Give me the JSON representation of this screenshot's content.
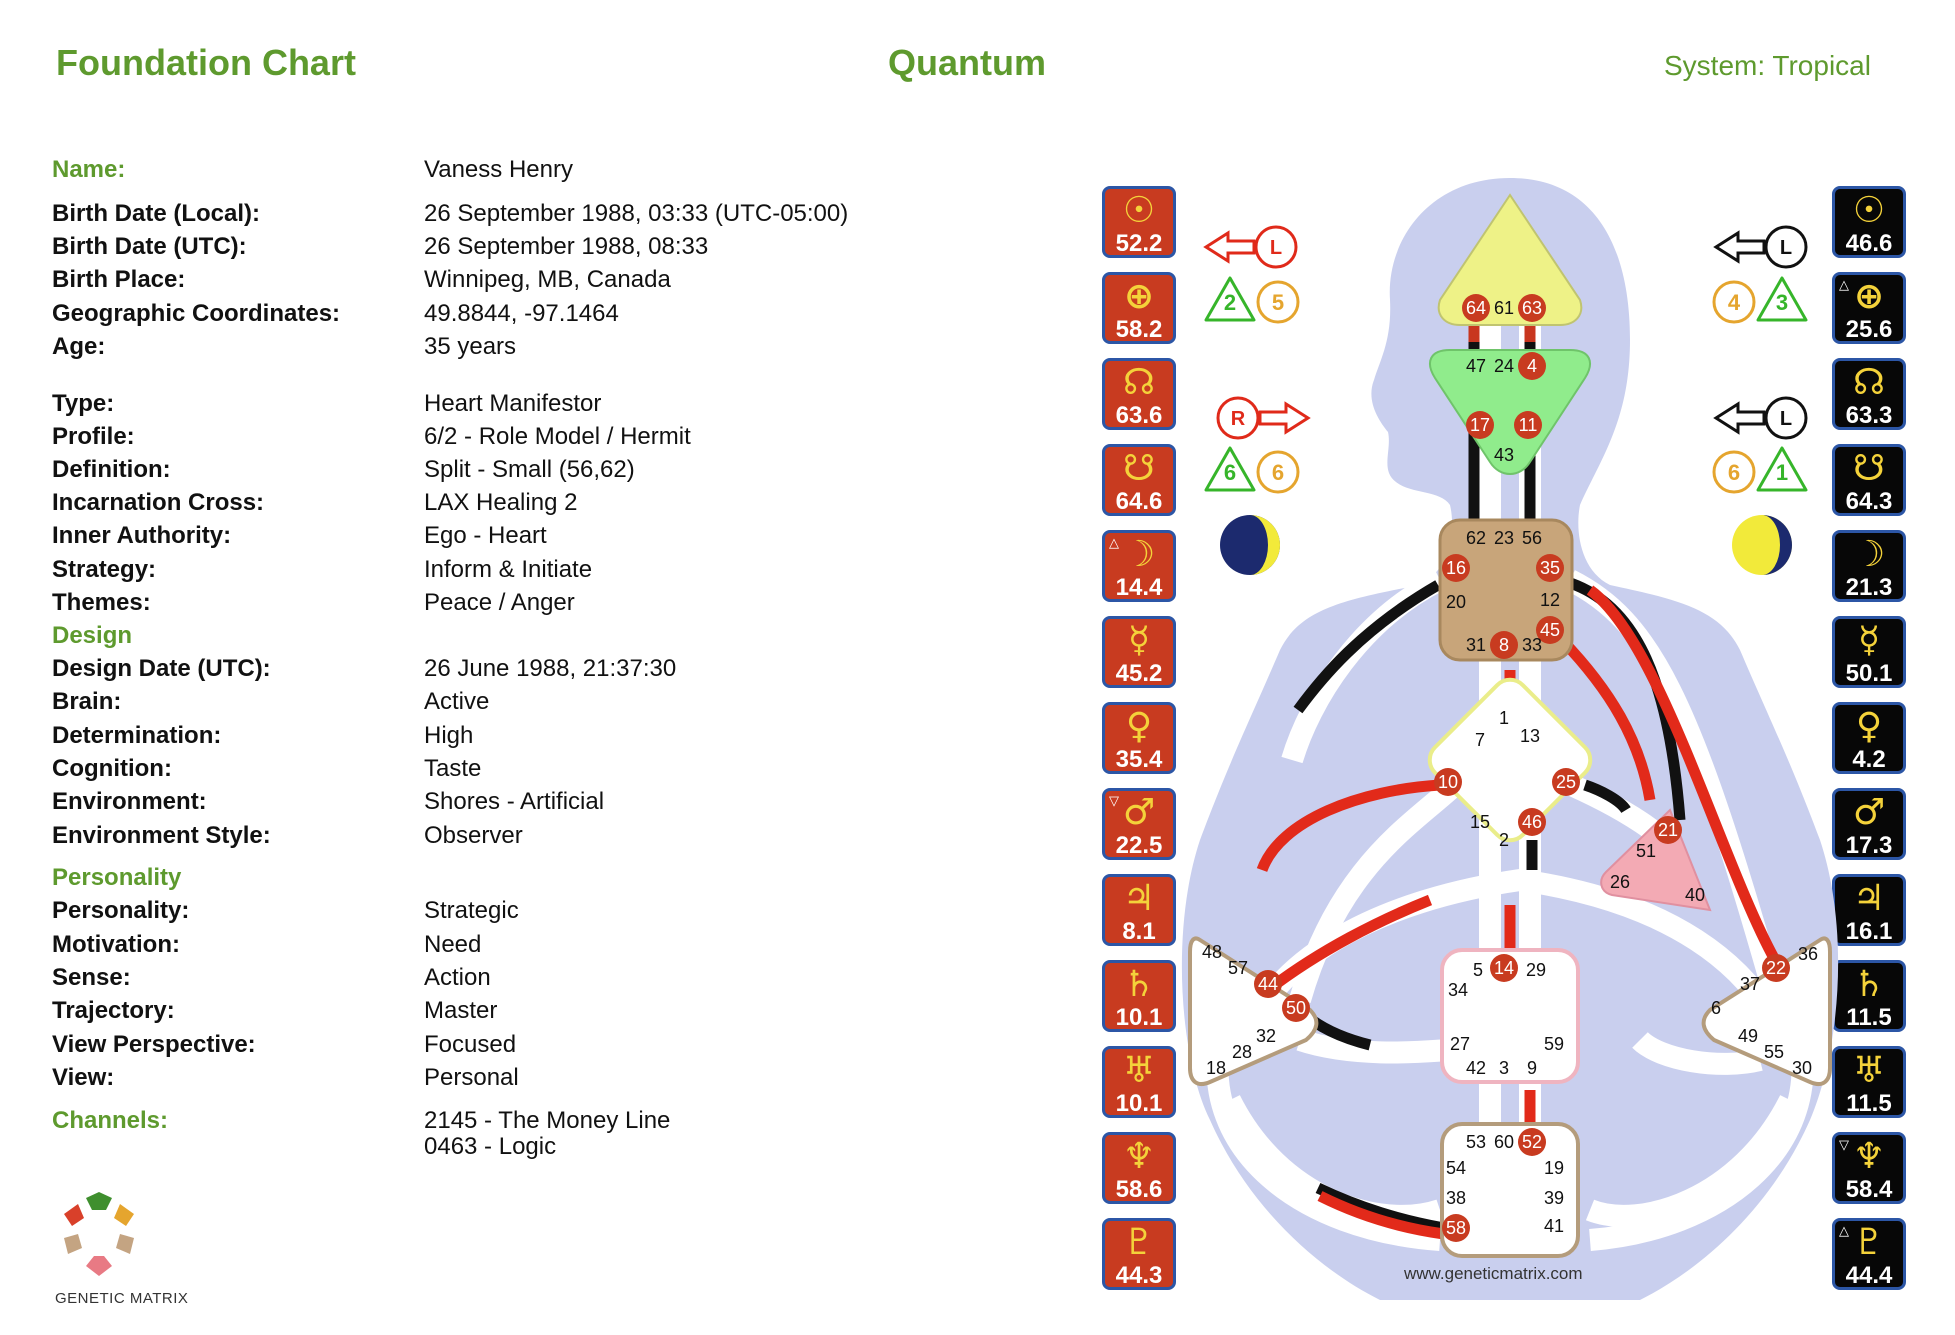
{
  "header": {
    "title": "Foundation Chart",
    "center_title": "Quantum",
    "system": "System: Tropical"
  },
  "info": [
    {
      "label": "Name:",
      "value": "Vaness Henry",
      "green": true
    },
    {
      "label": "Birth Date (Local):",
      "value": "26 September 1988, 03:33 (UTC-05:00)"
    },
    {
      "label": "Birth Date (UTC):",
      "value": "26 September 1988, 08:33"
    },
    {
      "label": "Birth Place:",
      "value": "Winnipeg, MB, Canada"
    },
    {
      "label": "Geographic Coordinates:",
      "value": "49.8844, -97.1464"
    },
    {
      "label": "Age:",
      "value": "35 years"
    },
    {
      "label": "Type:",
      "value": "Heart Manifestor"
    },
    {
      "label": "Profile:",
      "value": "6/2 - Role Model / Hermit"
    },
    {
      "label": "Definition:",
      "value": "Split - Small (56,62)"
    },
    {
      "label": "Incarnation Cross:",
      "value": "LAX Healing 2"
    },
    {
      "label": "Inner Authority:",
      "value": "Ego - Heart"
    },
    {
      "label": "Strategy:",
      "value": "Inform & Initiate"
    },
    {
      "label": "Themes:",
      "value": "Peace / Anger"
    }
  ],
  "design_heading": "Design",
  "design": [
    {
      "label": "Design Date (UTC):",
      "value": "26 June 1988, 21:37:30"
    },
    {
      "label": "Brain:",
      "value": "Active"
    },
    {
      "label": "Determination:",
      "value": "High"
    },
    {
      "label": "Cognition:",
      "value": "Taste"
    },
    {
      "label": "Environment:",
      "value": "Shores - Artificial"
    },
    {
      "label": "Environment Style:",
      "value": "Observer"
    }
  ],
  "personality_heading": "Personality",
  "personality": [
    {
      "label": "Personality:",
      "value": "Strategic"
    },
    {
      "label": "Motivation:",
      "value": "Need"
    },
    {
      "label": "Sense:",
      "value": "Action"
    },
    {
      "label": "Trajectory:",
      "value": "Master"
    },
    {
      "label": "View Perspective:",
      "value": "Focused"
    },
    {
      "label": "View:",
      "value": "Personal"
    }
  ],
  "channels_label": "Channels:",
  "channels": [
    "2145 - The Money Line",
    "0463 - Logic"
  ],
  "logo_text": "GENETIC MATRIX",
  "website": "www.geneticmatrix.com",
  "colors": {
    "accent": "#5e9a2e",
    "design_red": "#c83b20",
    "personality_black": "#070707",
    "tile_border": "#2c56a6"
  },
  "design_planets": [
    {
      "icon": "sun-icon",
      "symbol": "☉",
      "value": "52.2",
      "mark": ""
    },
    {
      "icon": "earth-icon",
      "symbol": "⊕",
      "value": "58.2",
      "mark": ""
    },
    {
      "icon": "north-node-icon",
      "symbol": "☊",
      "value": "63.6",
      "mark": ""
    },
    {
      "icon": "south-node-icon",
      "symbol": "☋",
      "value": "64.6",
      "mark": ""
    },
    {
      "icon": "moon-icon",
      "symbol": "☽",
      "value": "14.4",
      "mark": "△"
    },
    {
      "icon": "mercury-icon",
      "symbol": "☿",
      "value": "45.2",
      "mark": ""
    },
    {
      "icon": "venus-icon",
      "symbol": "♀",
      "value": "35.4",
      "mark": ""
    },
    {
      "icon": "mars-icon",
      "symbol": "♂",
      "value": "22.5",
      "mark": "▽"
    },
    {
      "icon": "jupiter-icon",
      "symbol": "♃",
      "value": "8.1",
      "mark": ""
    },
    {
      "icon": "saturn-icon",
      "symbol": "♄",
      "value": "10.1",
      "mark": ""
    },
    {
      "icon": "uranus-icon",
      "symbol": "♅",
      "value": "10.1",
      "mark": ""
    },
    {
      "icon": "neptune-icon",
      "symbol": "♆",
      "value": "58.6",
      "mark": ""
    },
    {
      "icon": "pluto-icon",
      "symbol": "♇",
      "value": "44.3",
      "mark": ""
    }
  ],
  "personality_planets": [
    {
      "icon": "sun-icon",
      "symbol": "☉",
      "value": "46.6",
      "mark": ""
    },
    {
      "icon": "earth-icon",
      "symbol": "⊕",
      "value": "25.6",
      "mark": "△"
    },
    {
      "icon": "north-node-icon",
      "symbol": "☊",
      "value": "63.3",
      "mark": ""
    },
    {
      "icon": "south-node-icon",
      "symbol": "☋",
      "value": "64.3",
      "mark": ""
    },
    {
      "icon": "moon-icon",
      "symbol": "☽",
      "value": "21.3",
      "mark": ""
    },
    {
      "icon": "mercury-icon",
      "symbol": "☿",
      "value": "50.1",
      "mark": ""
    },
    {
      "icon": "venus-icon",
      "symbol": "♀",
      "value": "4.2",
      "mark": ""
    },
    {
      "icon": "mars-icon",
      "symbol": "♂",
      "value": "17.3",
      "mark": ""
    },
    {
      "icon": "jupiter-icon",
      "symbol": "♃",
      "value": "16.1",
      "mark": ""
    },
    {
      "icon": "saturn-icon",
      "symbol": "♄",
      "value": "11.5",
      "mark": ""
    },
    {
      "icon": "uranus-icon",
      "symbol": "♅",
      "value": "11.5",
      "mark": ""
    },
    {
      "icon": "neptune-icon",
      "symbol": "♆",
      "value": "58.4",
      "mark": "▽"
    },
    {
      "icon": "pluto-icon",
      "symbol": "♇",
      "value": "44.4",
      "mark": "△"
    }
  ],
  "variables": {
    "design_top_arrow": "L",
    "design_top_nums": [
      "2",
      "5"
    ],
    "design_bottom_arrow": "R",
    "design_bottom_nums": [
      "6",
      "6"
    ],
    "personality_top_arrow": "L",
    "personality_top_nums": [
      "4",
      "3"
    ],
    "personality_bottom_arrow": "L",
    "personality_bottom_nums": [
      "6",
      "1"
    ]
  },
  "gates": {
    "head": [
      "64",
      "61",
      "63"
    ],
    "ajna": [
      "47",
      "24",
      "4",
      "17",
      "11",
      "43"
    ],
    "throat": [
      "62",
      "23",
      "56",
      "16",
      "35",
      "20",
      "12",
      "45",
      "31",
      "8",
      "33"
    ],
    "g": [
      "1",
      "7",
      "13",
      "10",
      "25",
      "15",
      "46",
      "2"
    ],
    "ego": [
      "21",
      "51",
      "26",
      "40"
    ],
    "sacral": [
      "5",
      "14",
      "29",
      "34",
      "27",
      "59",
      "42",
      "3",
      "9"
    ],
    "root": [
      "53",
      "60",
      "52",
      "54",
      "19",
      "38",
      "39",
      "58",
      "41"
    ],
    "spleen": [
      "48",
      "57",
      "44",
      "50",
      "32",
      "28",
      "18"
    ],
    "solar_plexus": [
      "36",
      "22",
      "37",
      "6",
      "49",
      "55",
      "30"
    ]
  }
}
